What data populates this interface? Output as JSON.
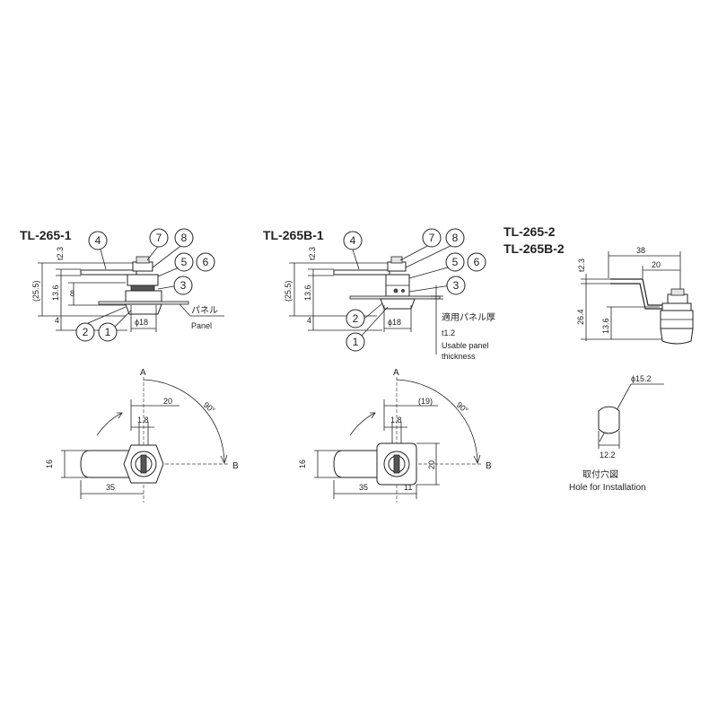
{
  "titles": {
    "t1": "TL-265-1",
    "t2": "TL-265B-1",
    "t3a": "TL-265-2",
    "t3b": "TL-265B-2"
  },
  "parts": [
    "1",
    "2",
    "3",
    "4",
    "5",
    "6",
    "7",
    "8"
  ],
  "dims": {
    "t12_3": "t2.3",
    "d25_5": "(25.5)",
    "d13_6": "13.6",
    "d8": "8",
    "d4": "4",
    "phi18": "ϕ18",
    "d38": "38",
    "d20": "20",
    "d26_4": "26.4",
    "d35": "35",
    "d16": "16",
    "d1_8": "1.8",
    "d19": "(19)",
    "d11": "11",
    "deg90": "90°",
    "phi15_2": "ϕ15.2",
    "d12_2": "12.2"
  },
  "labels": {
    "panel_jp": "パネル",
    "panel_en": "Panel",
    "usable_jp": "適用パネル厚",
    "usable_t": "t1.2",
    "usable_en1": "Usable panel",
    "usable_en2": "thickness",
    "hole_jp": "取付穴図",
    "hole_en": "Hole for Installation",
    "pt_a": "A",
    "pt_b": "B"
  }
}
